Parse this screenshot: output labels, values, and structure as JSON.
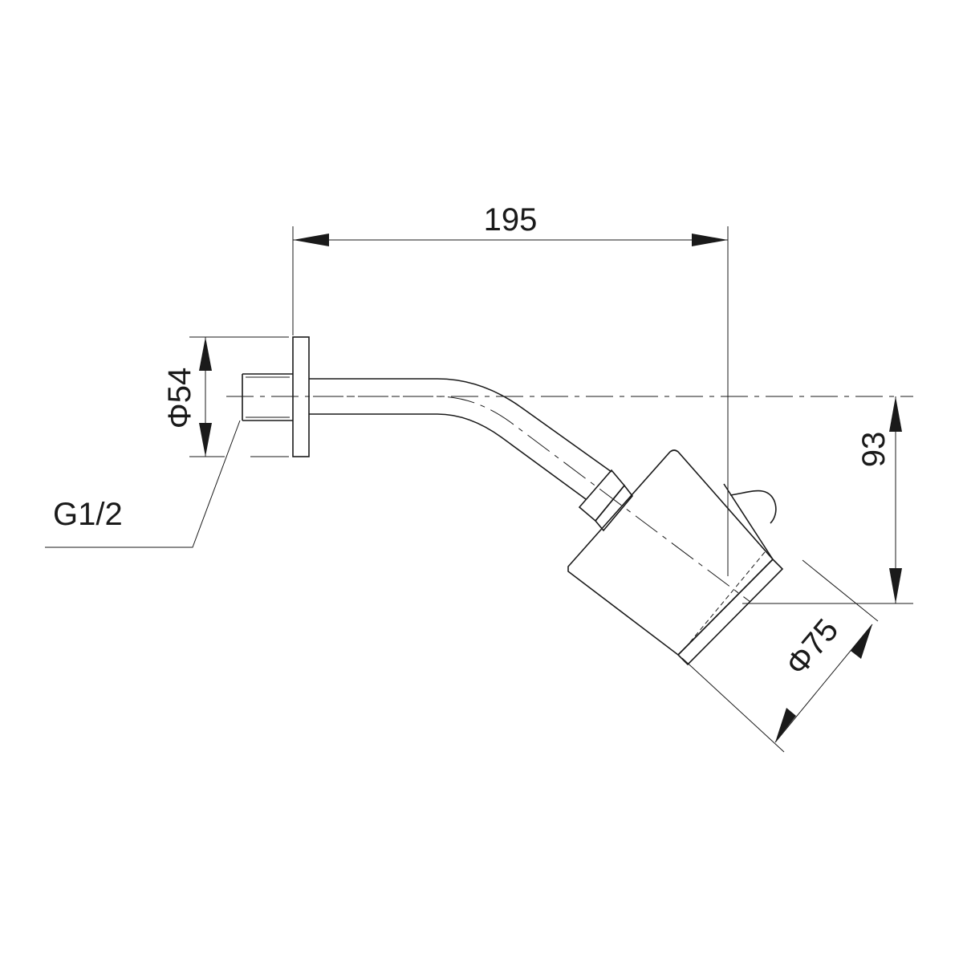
{
  "dimensions": {
    "length": "195",
    "flange_diameter": "Φ54",
    "thread": "G1/2",
    "drop": "93",
    "head_diameter": "Φ75"
  },
  "colors": {
    "line": "#1a1a1a",
    "background": "#ffffff"
  }
}
